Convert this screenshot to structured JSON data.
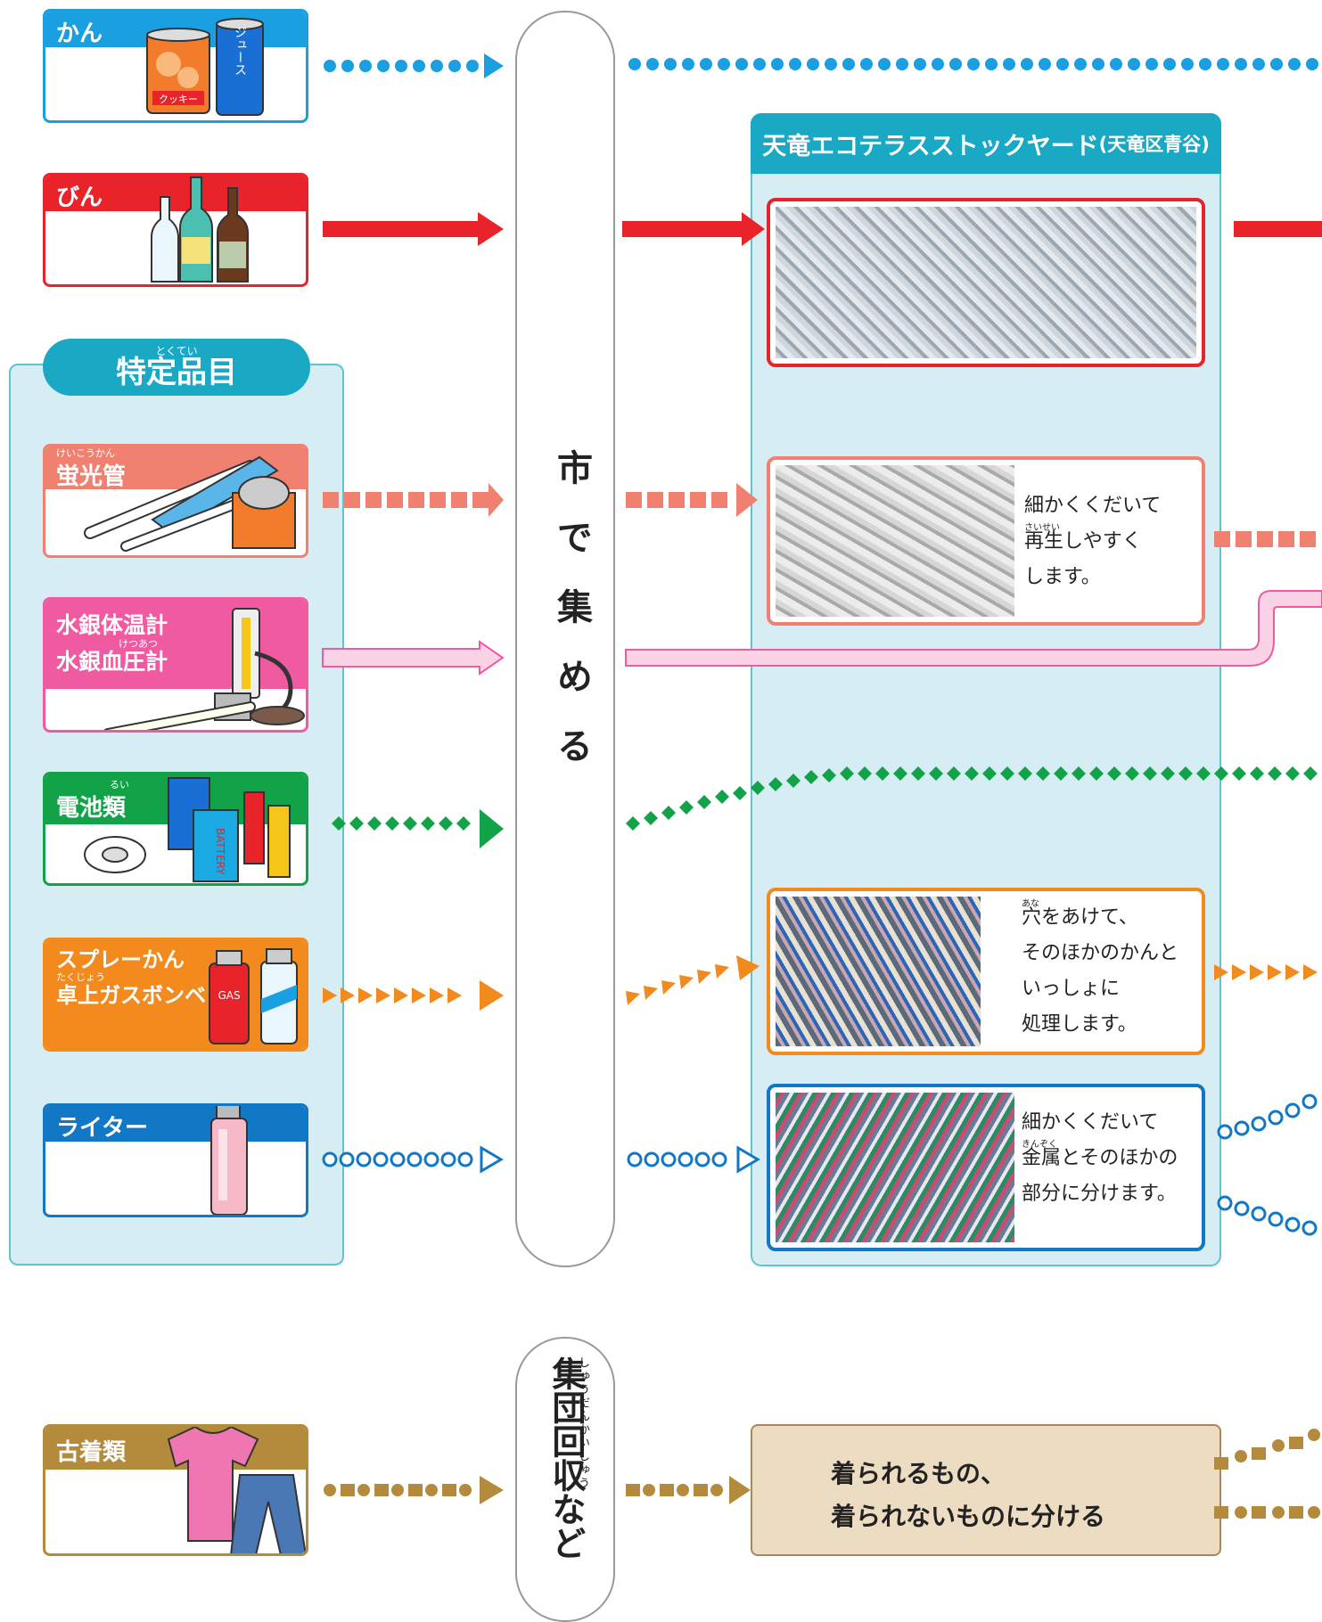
{
  "items": {
    "can": {
      "label": "かん",
      "color": "#1aa0e0"
    },
    "bottle": {
      "label": "びん",
      "color": "#e8232a"
    },
    "fluorescent": {
      "label": "蛍光管",
      "ruby": "けいこうかん",
      "color": "#f08070"
    },
    "mercury": {
      "label1": "水銀体温計",
      "label2": "水銀血圧計",
      "ruby": "けつあつ",
      "color": "#f05aa0"
    },
    "battery": {
      "label": "電池類",
      "ruby": "るい",
      "color": "#12a248"
    },
    "spray": {
      "label1": "スプレーかん",
      "label2": "卓上ガスボンベ",
      "ruby": "たくじょう",
      "color": "#f28a1e"
    },
    "lighter": {
      "label": "ライター",
      "color": "#1277c4"
    },
    "clothes": {
      "label": "古着類",
      "color": "#b48a3c"
    }
  },
  "special": {
    "title": "特定品目",
    "ruby": "とくてい"
  },
  "collect": {
    "city": "市で集める",
    "group": "集団回収など",
    "group_ruby": "しゅうだんかいしゅう"
  },
  "stockyard": {
    "title": "天竜エコテラスストックヤード",
    "location": "(天竜区青谷)",
    "fluorescent_text": [
      "細かくくだいて",
      "再生しやすく",
      "します。"
    ],
    "fluorescent_ruby": "さいせい",
    "spray_text": [
      "穴をあけて、",
      "そのほかのかんと",
      "いっしょに",
      "処理します。"
    ],
    "spray_ruby": "あな",
    "lighter_text": [
      "細かくくだいて",
      "金属とそのほかの",
      "部分に分けます。"
    ],
    "lighter_ruby": "きんぞく"
  },
  "clothes_box": {
    "line1": "着られるもの、",
    "line2": "着られないものに分ける"
  },
  "icons": {
    "cookie_can_text": "クッキー",
    "juice_can_text": "ジュース",
    "battery_text": "BATTERY",
    "gas_text": "GAS"
  }
}
